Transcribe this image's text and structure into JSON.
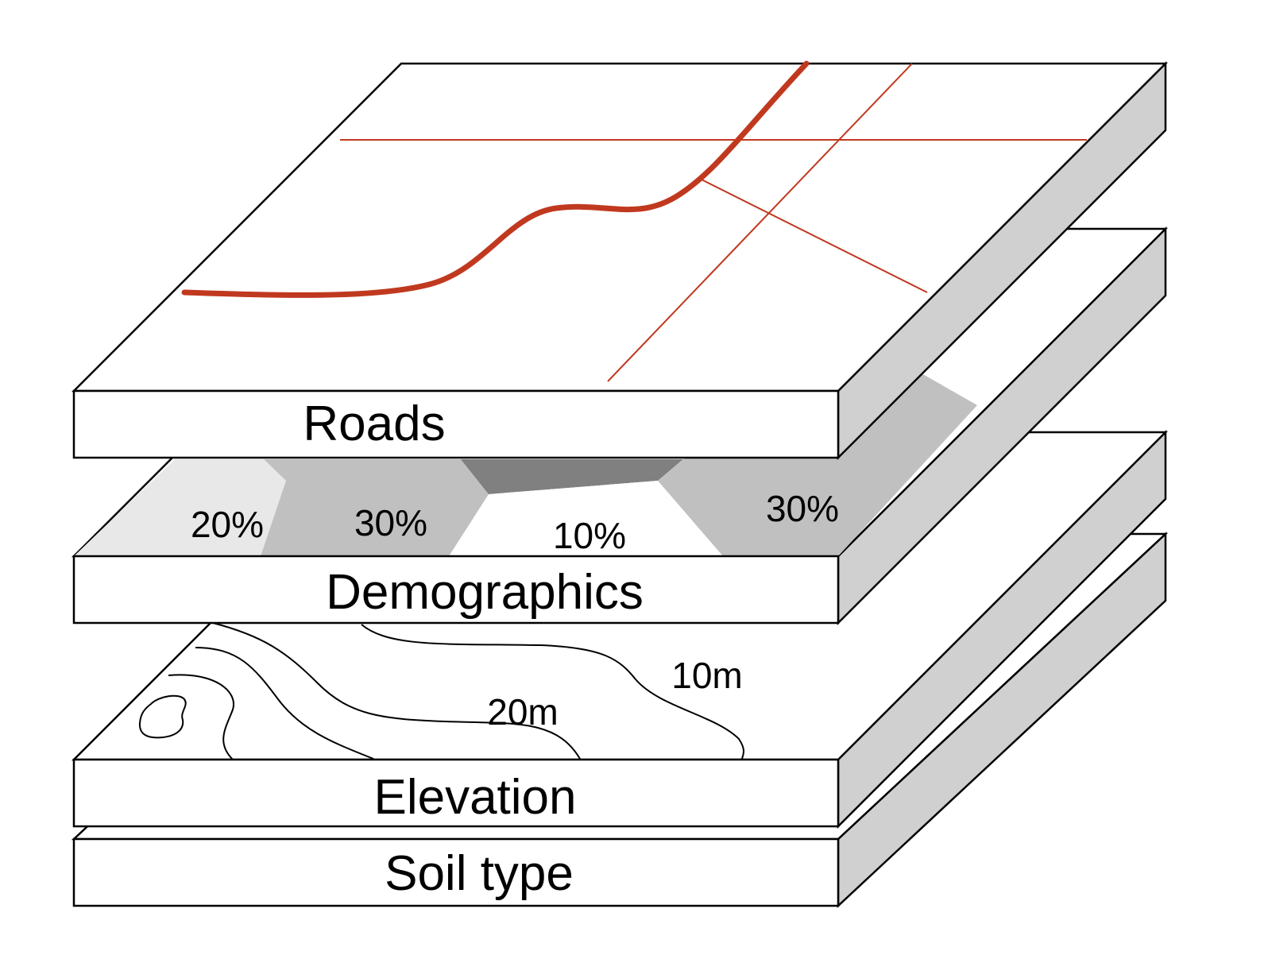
{
  "layers": {
    "roads": {
      "label": "Roads"
    },
    "demographics": {
      "label": "Demographics",
      "regions": [
        {
          "label": "20%",
          "value": 20
        },
        {
          "label": "30%",
          "value": 30
        },
        {
          "label": "10%",
          "value": 10
        },
        {
          "label": "30%",
          "value": 30
        }
      ]
    },
    "elevation": {
      "label": "Elevation",
      "contours": [
        {
          "label": "20m"
        },
        {
          "label": "10m"
        }
      ]
    },
    "soil": {
      "label": "Soil type"
    }
  },
  "colors": {
    "road": "#c0391f",
    "slab_side": "#d0d0d0",
    "region_20": "#e8e8e8",
    "region_30": "#c0c0c0",
    "region_dark": "#808080",
    "region_10": "#ffffff"
  }
}
